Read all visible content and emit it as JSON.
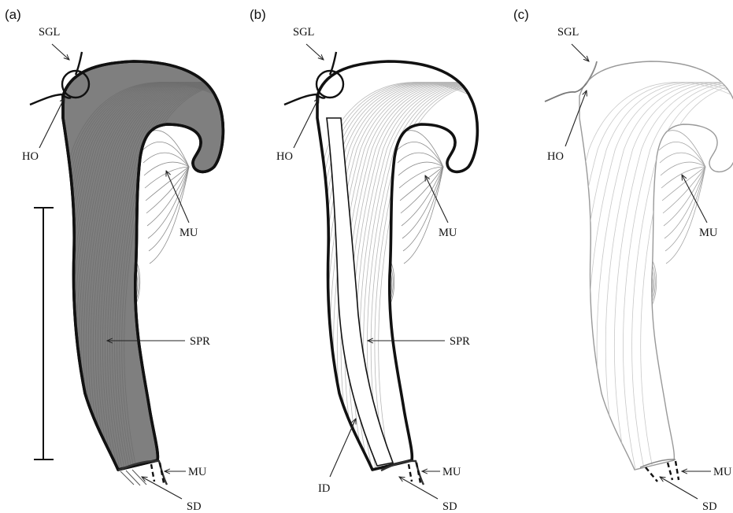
{
  "panels": [
    {
      "letter": "(a)",
      "labels": {
        "sgl": "SGL",
        "ho": "HO",
        "mu_top": "MU",
        "spr": "SPR",
        "mu_bottom": "MU",
        "sd": "SD"
      }
    },
    {
      "letter": "(b)",
      "labels": {
        "sgl": "SGL",
        "ho": "HO",
        "mu_top": "MU",
        "spr": "SPR",
        "id": "ID",
        "mu_bottom": "MU",
        "sd": "SD"
      }
    },
    {
      "letter": "(c)",
      "labels": {
        "sgl": "SGL",
        "ho": "HO",
        "mu_top": "MU",
        "mu_bottom": "MU",
        "sd": "SD"
      }
    }
  ],
  "colors": {
    "panel_a_fill": "#7f7f7f",
    "outline": "#111111",
    "fiber_light": "#b7b7b7"
  }
}
